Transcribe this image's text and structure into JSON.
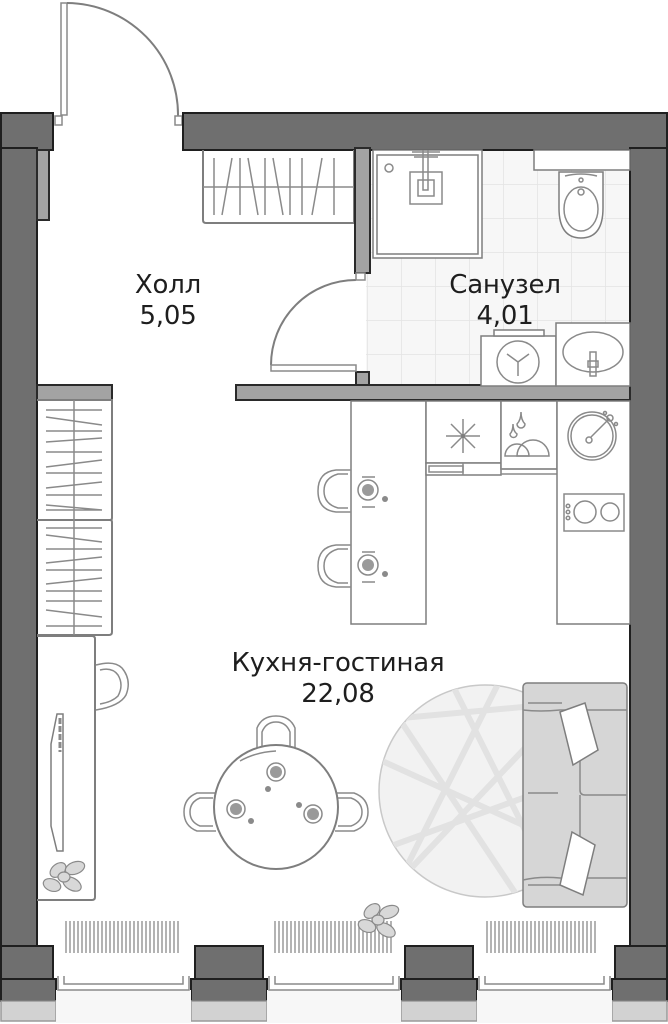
{
  "plan": {
    "type": "apartment floor plan",
    "rooms": [
      {
        "id": "hall",
        "name": "Холл",
        "area": "5,05"
      },
      {
        "id": "bathroom",
        "name": "Санузел",
        "area": "4,01"
      },
      {
        "id": "kitchen_living",
        "name": "Кухня-гостиная",
        "area": "22,08"
      }
    ],
    "colors": {
      "wall_dark": "#6f6f6f",
      "wall_light": "#a3a3a3",
      "wall_outline": "#1f1f1f",
      "line": "#7e7e7e",
      "tile_floor": "#f7f7f7",
      "tile_grid": "#e4e4e4",
      "sofa": "#d6d6d6",
      "rug": "#f2f2f2",
      "window_sill": "#d2d2d2",
      "text": "#1e1e1e"
    },
    "furniture_icons": [
      "entrance-door-icon",
      "wardrobe-icon",
      "bathroom-door-icon",
      "shower-tray-icon",
      "toilet-icon",
      "washing-machine-icon",
      "washbasin-icon",
      "fridge-icon",
      "dishwasher-icon",
      "sink-icon",
      "cooktop-icon",
      "bar-counter-icon",
      "bar-stool-icon",
      "round-dining-table-icon",
      "dining-chair-icon",
      "sofa-icon",
      "round-rug-icon",
      "desk-icon",
      "tv-icon",
      "plant-icon",
      "radiator-icon",
      "window-icon"
    ]
  }
}
